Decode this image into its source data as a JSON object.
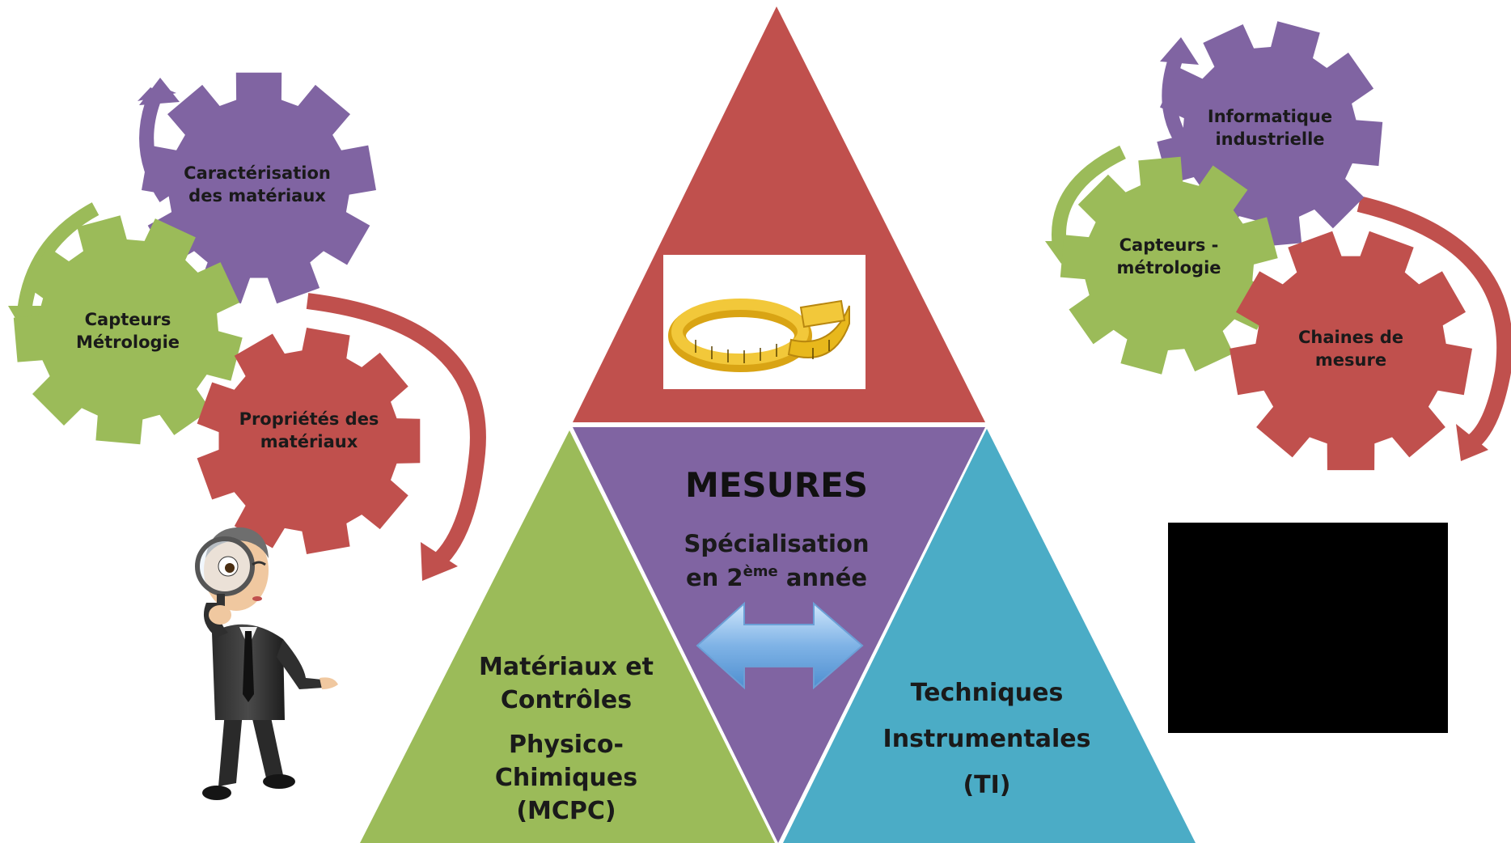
{
  "colors": {
    "red": "#c0504d",
    "purple": "#8064a2",
    "green": "#9bbb59",
    "blue": "#4bacc6",
    "black_box": "#000000",
    "tape": "#e8b81c"
  },
  "center": {
    "title": "MESURES",
    "subtitle_line1": "Spécialisation",
    "subtitle_line2_a": "en 2",
    "subtitle_sup": "ème",
    "subtitle_line2_b": " année",
    "icon": "double-arrow-icon"
  },
  "left_triangle": {
    "line1": "Matériaux et",
    "line2": "Contrôles",
    "line3": "Physico-",
    "line4": "Chimiques",
    "line5": "(MCPC)"
  },
  "right_triangle": {
    "line1": "Techniques",
    "line2": "Instrumentales",
    "line3": "(TI)"
  },
  "top_triangle": {
    "image": "measuring-tape-image"
  },
  "left_gears": {
    "purple": [
      "Caractérisation",
      "des matériaux"
    ],
    "green": [
      "Capteurs",
      "Métrologie"
    ],
    "red": [
      "Propriétés des",
      "matériaux"
    ]
  },
  "right_gears": {
    "purple": [
      "Informatique",
      "industrielle"
    ],
    "green": [
      "Capteurs -",
      "métrologie"
    ],
    "red": [
      "Chaines de",
      "mesure"
    ]
  },
  "figure": {
    "image": "man-with-magnifying-glass-image"
  },
  "black_panel": {
    "image": "black-rectangle"
  }
}
